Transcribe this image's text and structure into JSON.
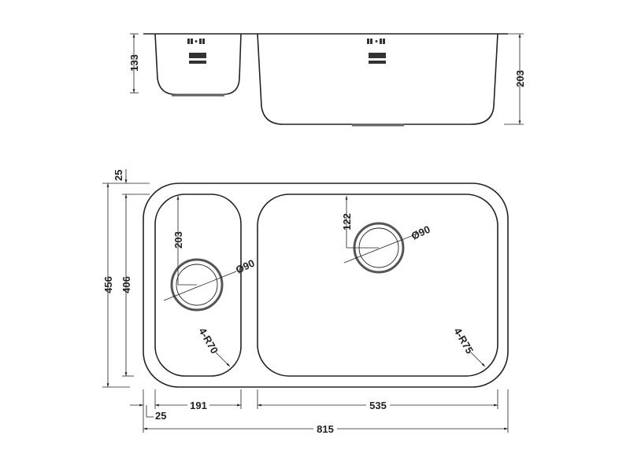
{
  "colors": {
    "line": "#222222",
    "background": "#ffffff"
  },
  "side_view": {
    "small_bowl_depth": "133",
    "large_bowl_depth": "203"
  },
  "plan_view": {
    "overall_width": "815",
    "overall_depth": "456",
    "bowl_depth": "406",
    "top_margin": "25",
    "left_margin": "25",
    "small_bowl_width": "191",
    "large_bowl_width": "535",
    "small_drain_offset": "203",
    "large_drain_offset": "122",
    "small_drain_diameter": "Ø90",
    "large_drain_diameter": "Ø90",
    "small_bowl_radius": "4-R70",
    "large_bowl_radius": "4-R75"
  }
}
